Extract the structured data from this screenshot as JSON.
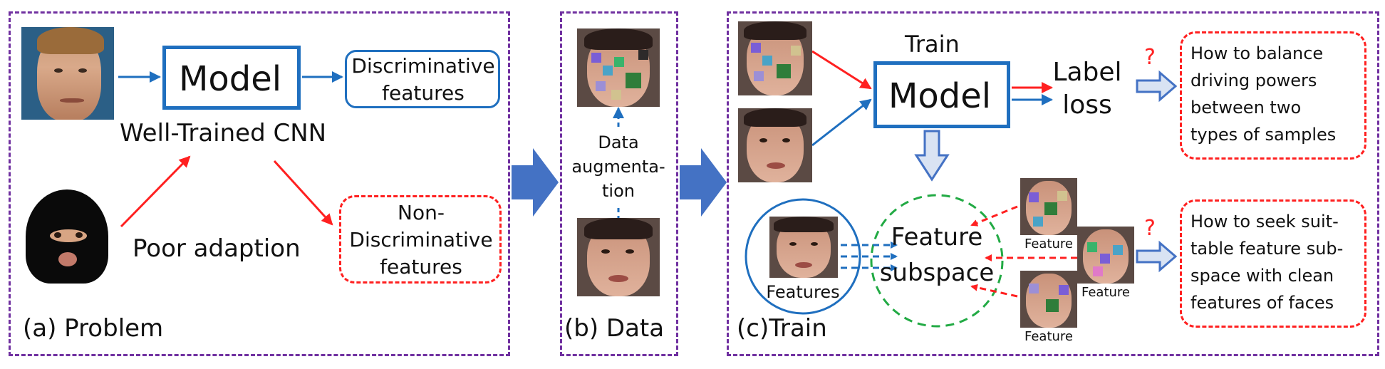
{
  "panel_a": {
    "caption": "(a) Problem",
    "model_label": "Model",
    "network_label": "Well-Trained CNN",
    "output_good": [
      "Discriminative",
      "features"
    ],
    "output_bad": [
      "Non-",
      "Discriminative",
      "features"
    ],
    "poor_label": "Poor adaption"
  },
  "panel_b": {
    "caption": "(b) Data",
    "augment_label": [
      "Data",
      "augmenta-",
      "tion"
    ]
  },
  "panel_c": {
    "caption": "(c)Train",
    "train_label": "Train",
    "model_label": "Model",
    "loss_label": [
      "Label",
      "loss"
    ],
    "subspace_label": [
      "Feature",
      "subspace"
    ],
    "features_label": "Features",
    "feature_tags": [
      "Feature",
      "Feature",
      "Feature"
    ],
    "question_mark": "?",
    "question_top": [
      "How to balance",
      "driving powers",
      "between two",
      "types of samples"
    ],
    "question_bottom": [
      "How to seek suit-",
      "table feature sub-",
      "space with clean",
      "features of faces"
    ]
  },
  "colors": {
    "panel_border": "#7030a0",
    "blue": "#1f6fbf",
    "red": "#ff2020",
    "green": "#22aa44",
    "big_arrow": "#4472c4"
  },
  "icons": [
    "face-photo-icon",
    "masked-face-icon",
    "occluded-face-icon",
    "big-right-arrow-icon",
    "hollow-arrow-icon"
  ]
}
